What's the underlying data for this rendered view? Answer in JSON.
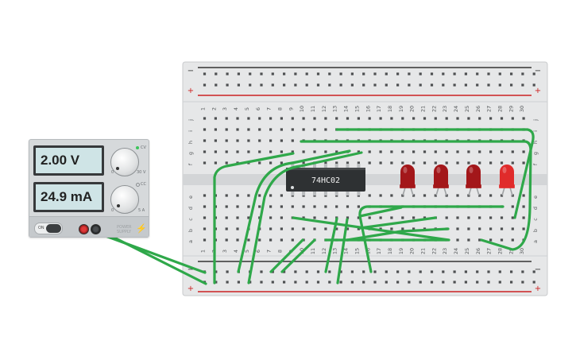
{
  "power_supply": {
    "voltage_display": "2.00 V",
    "current_display": "24.9 mA",
    "on_label": "ON",
    "voltage_knob_label": "30 V",
    "current_knob_label": "5 A",
    "cc_label": "CC",
    "cv_label": "CV",
    "brand_label": "POWER SUPPLY"
  },
  "chip": {
    "label": "74HC02"
  },
  "breadboard": {
    "column_numbers": [
      "1",
      "2",
      "3",
      "4",
      "5",
      "6",
      "7",
      "8",
      "9",
      "10",
      "11",
      "12",
      "13",
      "14",
      "15",
      "16",
      "17",
      "18",
      "19",
      "20",
      "21",
      "22",
      "23",
      "24",
      "25",
      "26",
      "27",
      "28",
      "29",
      "30"
    ],
    "row_letters_top": [
      "j",
      "i",
      "h",
      "g",
      "f"
    ],
    "row_letters_bottom": [
      "e",
      "d",
      "c",
      "b",
      "a"
    ],
    "rail_minus": "−",
    "rail_plus": "+"
  },
  "leds": {
    "count": 4,
    "colors": [
      "#a3171a",
      "#a3171a",
      "#a3171a",
      "#e02b2b"
    ]
  },
  "colors": {
    "wire": "#2fa84a",
    "rail_red": "#cc2222",
    "rail_black": "#333333",
    "board": "#e6e7e8",
    "chip": "#2e3133"
  }
}
